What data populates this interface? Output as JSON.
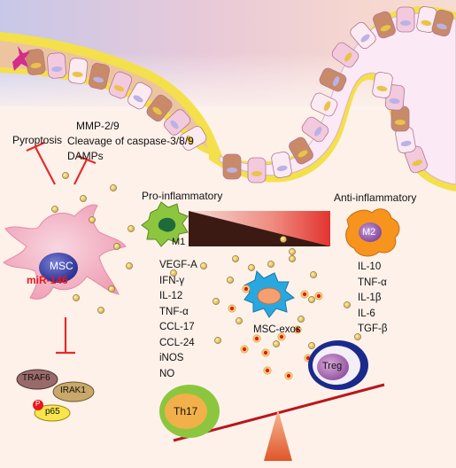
{
  "top_effects": {
    "pyroptosis": "Pyroptosis",
    "mmp": "MMP-2/9",
    "caspase": "Cleavage of caspase-3/8/9",
    "damps": "DAMPs"
  },
  "msc": {
    "label": "MSC",
    "mirna": "miR-146"
  },
  "signaling": {
    "traf6": "TRAF6",
    "irak1": "IRAK1",
    "p": "P",
    "p65": "p65"
  },
  "pro_inflammatory": {
    "header": "Pro-inflammatory",
    "cell": "M1",
    "markers": [
      "VEGF-A",
      "IFN-γ",
      "IL-12",
      "TNF-α",
      "CCL-17",
      "CCL-24",
      "iNOS",
      "NO"
    ]
  },
  "anti_inflammatory": {
    "header": "Anti-inflammatory",
    "cell": "M2",
    "markers": [
      "IL-10",
      "TNF-α",
      "IL-1β",
      "IL-6",
      "TGF-β"
    ]
  },
  "exosomes": {
    "label": "MSC-exos"
  },
  "balance": {
    "left": "Th17",
    "right": "Treg"
  },
  "colors": {
    "mucus": "#f4e04a",
    "msc_cell": "#f4b9c8",
    "m1_cell": "#8cc63f",
    "m2_cell": "#f7941d",
    "dendritic": "#29a8df",
    "inhibit": "#e52b2b",
    "mirna_text": "#e8171c",
    "th17": "#f2b04a",
    "treg": "#7b3fa0"
  }
}
